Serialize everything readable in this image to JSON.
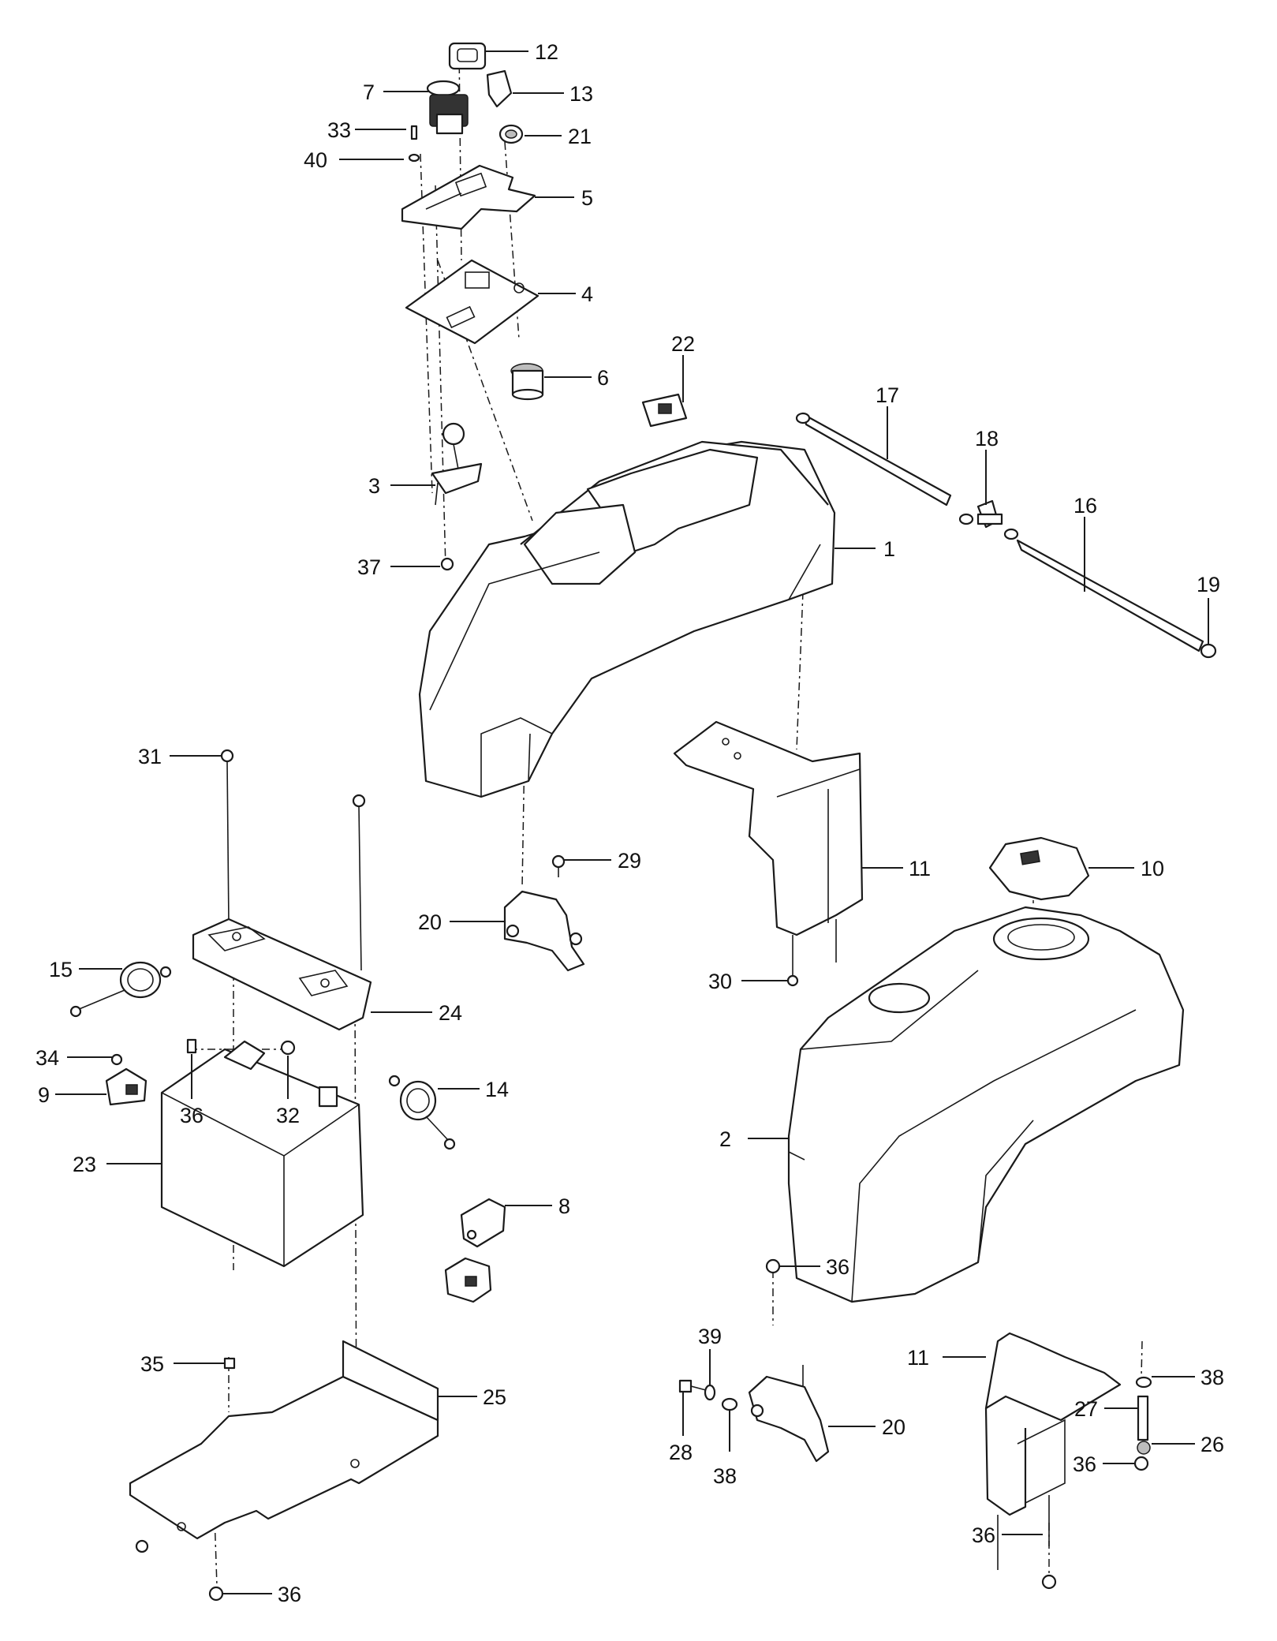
{
  "callouts": [
    {
      "id": "c12a",
      "label": "12"
    },
    {
      "id": "c7",
      "label": "7"
    },
    {
      "id": "c13",
      "label": "13"
    },
    {
      "id": "c33",
      "label": "33"
    },
    {
      "id": "c21",
      "label": "21"
    },
    {
      "id": "c40",
      "label": "40"
    },
    {
      "id": "c5",
      "label": "5"
    },
    {
      "id": "c4",
      "label": "4"
    },
    {
      "id": "c22",
      "label": "22"
    },
    {
      "id": "c6",
      "label": "6"
    },
    {
      "id": "c17",
      "label": "17"
    },
    {
      "id": "c18",
      "label": "18"
    },
    {
      "id": "c16",
      "label": "16"
    },
    {
      "id": "c3",
      "label": "3"
    },
    {
      "id": "c1",
      "label": "1"
    },
    {
      "id": "c19",
      "label": "19"
    },
    {
      "id": "c37",
      "label": "37"
    },
    {
      "id": "c31",
      "label": "31"
    },
    {
      "id": "c10",
      "label": "10"
    },
    {
      "id": "c29",
      "label": "29"
    },
    {
      "id": "c11a",
      "label": "11"
    },
    {
      "id": "c20a",
      "label": "20"
    },
    {
      "id": "c15",
      "label": "15"
    },
    {
      "id": "c30",
      "label": "30"
    },
    {
      "id": "c24",
      "label": "24"
    },
    {
      "id": "c34",
      "label": "34"
    },
    {
      "id": "c14",
      "label": "14"
    },
    {
      "id": "c9",
      "label": "9"
    },
    {
      "id": "c36a",
      "label": "36"
    },
    {
      "id": "c32",
      "label": "32"
    },
    {
      "id": "c2",
      "label": "2"
    },
    {
      "id": "c23",
      "label": "23"
    },
    {
      "id": "c8",
      "label": "8"
    },
    {
      "id": "c39",
      "label": "39"
    },
    {
      "id": "c36b",
      "label": "36"
    },
    {
      "id": "c35",
      "label": "35"
    },
    {
      "id": "c25",
      "label": "25"
    },
    {
      "id": "c11b",
      "label": "11"
    },
    {
      "id": "c38a",
      "label": "38"
    },
    {
      "id": "c27",
      "label": "27"
    },
    {
      "id": "c20b",
      "label": "20"
    },
    {
      "id": "c28",
      "label": "28"
    },
    {
      "id": "c26",
      "label": "26"
    },
    {
      "id": "c38b",
      "label": "38"
    },
    {
      "id": "c36c",
      "label": "36"
    },
    {
      "id": "c36d",
      "label": "36"
    },
    {
      "id": "c36e",
      "label": "36"
    }
  ]
}
